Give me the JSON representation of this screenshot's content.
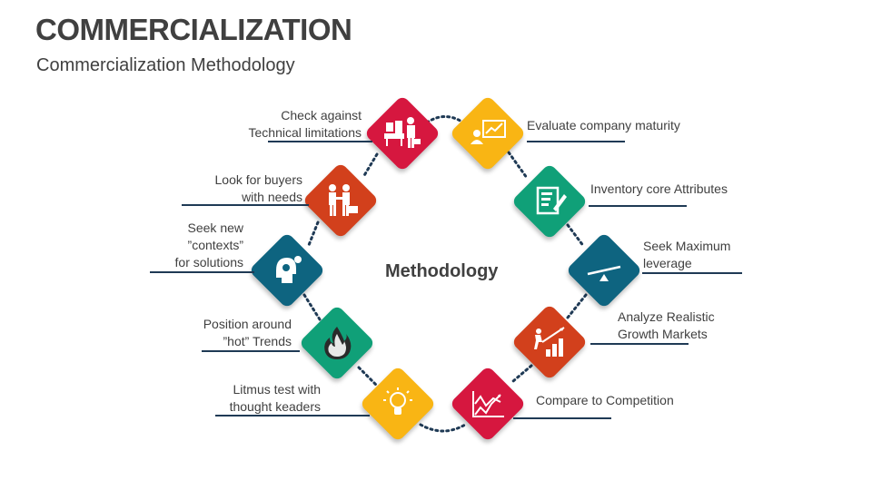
{
  "header": {
    "title": "COMMERCIALIZATION",
    "subtitle": "Commercialization Methodology"
  },
  "center": {
    "label": "Methodology"
  },
  "colors": {
    "red": "#D6173F",
    "yellow": "#F9B514",
    "orange": "#D2401C",
    "green": "#10A078",
    "teal": "#0E6480",
    "line": "#1F3A55",
    "text": "#404040"
  },
  "steps": [
    {
      "label_line1": "Check against",
      "label_line2": "Technical limitations",
      "icon": "engineer-machine-icon",
      "color": "red"
    },
    {
      "label_line1": "Look for buyers",
      "label_line2": "with needs",
      "icon": "handshake-briefcase-icon",
      "color": "orange"
    },
    {
      "label_line1": "Seek new",
      "label_line2": "”contexts”",
      "label_line3": "for solutions",
      "icon": "head-gear-icon",
      "color": "teal"
    },
    {
      "label_line1": "Position around",
      "label_line2": "”hot” Trends",
      "icon": "flame-icon",
      "color": "green"
    },
    {
      "label_line1": "Litmus test with",
      "label_line2": "thought keaders",
      "icon": "lightbulb-icon",
      "color": "yellow"
    },
    {
      "label_line1": "Compare to Competition",
      "icon": "line-chart-icon",
      "color": "red"
    },
    {
      "label_line1": "Analyze Realistic",
      "label_line2": "Growth Markets",
      "icon": "growth-runner-icon",
      "color": "orange"
    },
    {
      "label_line1": "Seek Maximum",
      "label_line2": "leverage",
      "icon": "seesaw-lever-icon",
      "color": "teal"
    },
    {
      "label_line1": "Inventory core Attributes",
      "icon": "document-pen-icon",
      "color": "green"
    },
    {
      "label_line1": "Evaluate company maturity",
      "icon": "presenter-chart-icon",
      "color": "yellow"
    }
  ]
}
